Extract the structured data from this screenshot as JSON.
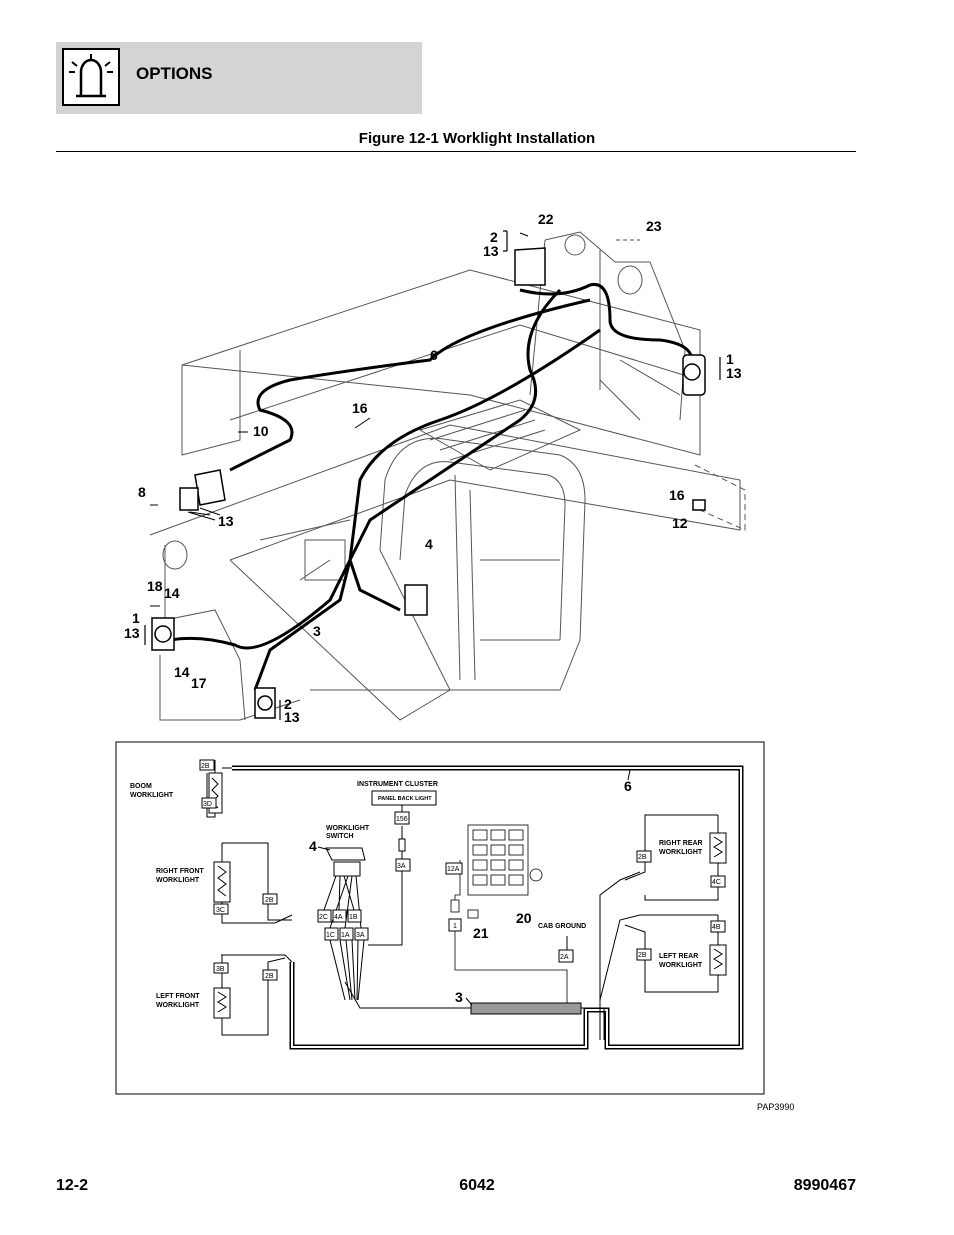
{
  "header": {
    "section_title": "OPTIONS",
    "icon": "worklight-icon"
  },
  "figure": {
    "title": "Figure 12-1 Worklight Installation",
    "code": "PAP3990"
  },
  "callouts": {
    "c22": "22",
    "c23": "23",
    "c2a": "2",
    "c13a": "13",
    "c6": "6",
    "c1a": "1",
    "c13b": "13",
    "c16a": "16",
    "c10": "10",
    "c8": "8",
    "c13c": "13",
    "c16b": "16",
    "c12": "12",
    "c4": "4",
    "c18": "18",
    "c14a": "14",
    "c1b": "1",
    "c13d": "13",
    "c3": "3",
    "c14b": "14",
    "c17": "17",
    "c2b": "2",
    "c13e": "13"
  },
  "schematic": {
    "boom_worklight": [
      "BOOM",
      "WORKLIGHT"
    ],
    "right_front": [
      "RIGHT FRONT",
      "WORKLIGHT"
    ],
    "left_front": [
      "LEFT FRONT",
      "WORKLIGHT"
    ],
    "right_rear": [
      "RIGHT REAR",
      "WORKLIGHT"
    ],
    "left_rear": [
      "LEFT REAR",
      "WORKLIGHT"
    ],
    "instrument_cluster": "INSTRUMENT CLUSTER",
    "panel_back_light": "PANEL BACK LIGHT",
    "worklight_switch": [
      "WORKLIGHT",
      "SWITCH"
    ],
    "cab_ground": "CAB GROUND",
    "tags": {
      "boom_2b": "2B",
      "boom_3d": "3D",
      "rf_2b": "2B",
      "rf_3c": "3C",
      "lf_3b": "3B",
      "lf_2b": "2B",
      "rr_2b": "2B",
      "rr_4c": "4C",
      "lr_4b": "4B",
      "lr_2b": "2B",
      "t156": "156",
      "t3a_top": "3A",
      "t2c": "2C",
      "t4a": "4A",
      "t1b": "1B",
      "t1c": "1C",
      "t1a": "1A",
      "t3a": "3A",
      "t12a": "12A",
      "t1": "1",
      "t2a": "2A"
    },
    "callouts": {
      "s6": "6",
      "s4": "4",
      "s3": "3",
      "s20": "20",
      "s21": "21"
    }
  },
  "footer": {
    "left": "12-2",
    "center": "6042",
    "right": "8990467"
  }
}
